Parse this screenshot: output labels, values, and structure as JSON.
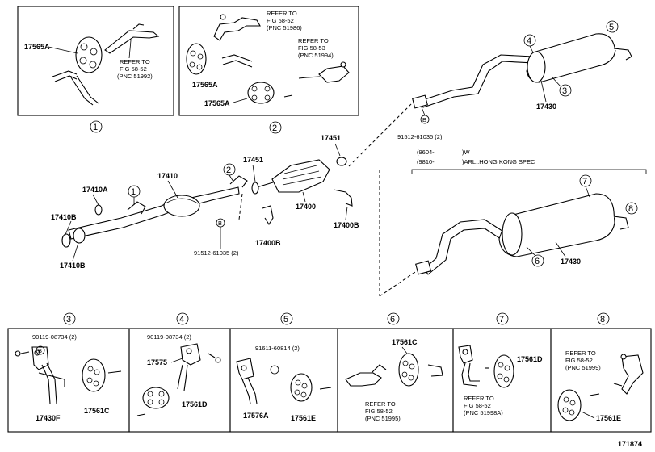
{
  "labels": {
    "p17565A_a": "17565A",
    "p17565A_b": "17565A",
    "p17565A_c": "17565A",
    "ref1": [
      "REFER TO",
      "FIG 58-52",
      "(PNC 51992)"
    ],
    "ref2": [
      "REFER TO",
      "FIG 58-52",
      "(PNC 51986)"
    ],
    "ref3": [
      "REFER TO",
      "FIG 58-53",
      "(PNC 51994)"
    ],
    "p17410": "17410",
    "p17410A": "17410A",
    "p17410B": "17410B",
    "p17410B2": "17410B",
    "p17451a": "17451",
    "p17451b": "17451",
    "p17400": "17400",
    "p17400B_a": "17400B",
    "p17400B_b": "17400B",
    "bolt1": "91512-61035 (2)",
    "bolt2": "91512-61035 (2)",
    "p17430a": "17430",
    "p17430b": "17430",
    "spec1_code": "(9604-",
    "spec1_val": ")W",
    "spec2_code": "(9810-",
    "spec2_val": ")ARL..HONG KONG SPEC",
    "b3_bolt": "90119-08734 (2)",
    "b3_p1": "17430F",
    "b3_p2": "17561C",
    "b4_bolt": "90119-08734 (2)",
    "b4_p1": "17575",
    "b4_p2": "17561D",
    "b5_bolt": "91611-60814 (2)",
    "b5_p1": "17576A",
    "b5_p2": "17561E",
    "b6_p1": "17561C",
    "b6_ref": [
      "REFER TO",
      "FIG 58-52",
      "(PNC 51995)"
    ],
    "b7_p1": "17561D",
    "b7_ref": [
      "REFER TO",
      "FIG 58-52",
      "(PNC 51998A)"
    ],
    "b8_ref": [
      "REFER TO",
      "FIG 58-52",
      "(PNC 51999)"
    ],
    "b8_p1": "17561E",
    "fig": "171874"
  },
  "callouts": {
    "c1": "1",
    "c2": "2",
    "c3": "3",
    "c4": "4",
    "c5": "5",
    "c6": "6",
    "c7": "7",
    "c8": "8",
    "m1": "1",
    "m2": "2",
    "m4": "4",
    "m5": "5",
    "m3": "3",
    "m6": "6",
    "m7": "7",
    "m8": "8",
    "bolt_b1": "B",
    "bolt_b2": "B",
    "bolt_b3": "B"
  }
}
